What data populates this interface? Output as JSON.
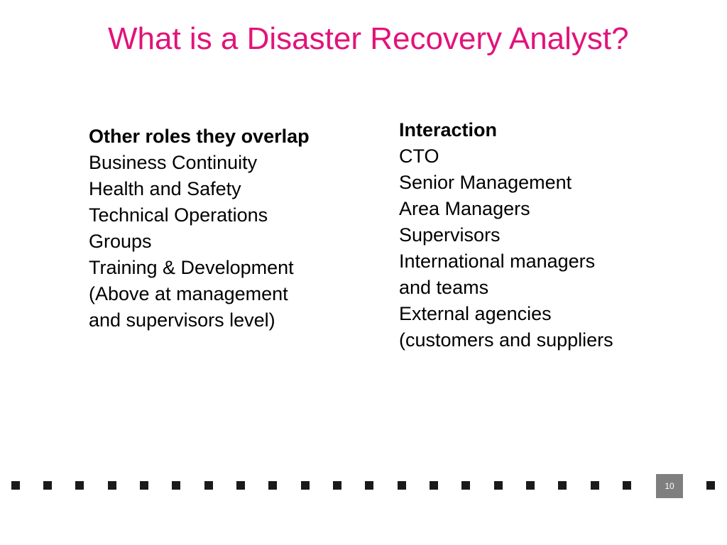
{
  "slide": {
    "title": "What is a Disaster Recovery Analyst?",
    "title_color": "#e2137a",
    "page_number": "10"
  },
  "left_column": {
    "heading": "Other roles they overlap",
    "items": [
      "Business Continuity",
      "Health and Safety",
      "Technical Operations\nGroups",
      "Training & Development",
      "(Above at management\nand supervisors level)"
    ]
  },
  "right_column": {
    "heading": "Interaction",
    "items": [
      "CTO",
      "Senior Management",
      "Area Managers",
      "Supervisors",
      "International managers\nand teams",
      "External agencies\n(customers and suppliers"
    ]
  }
}
